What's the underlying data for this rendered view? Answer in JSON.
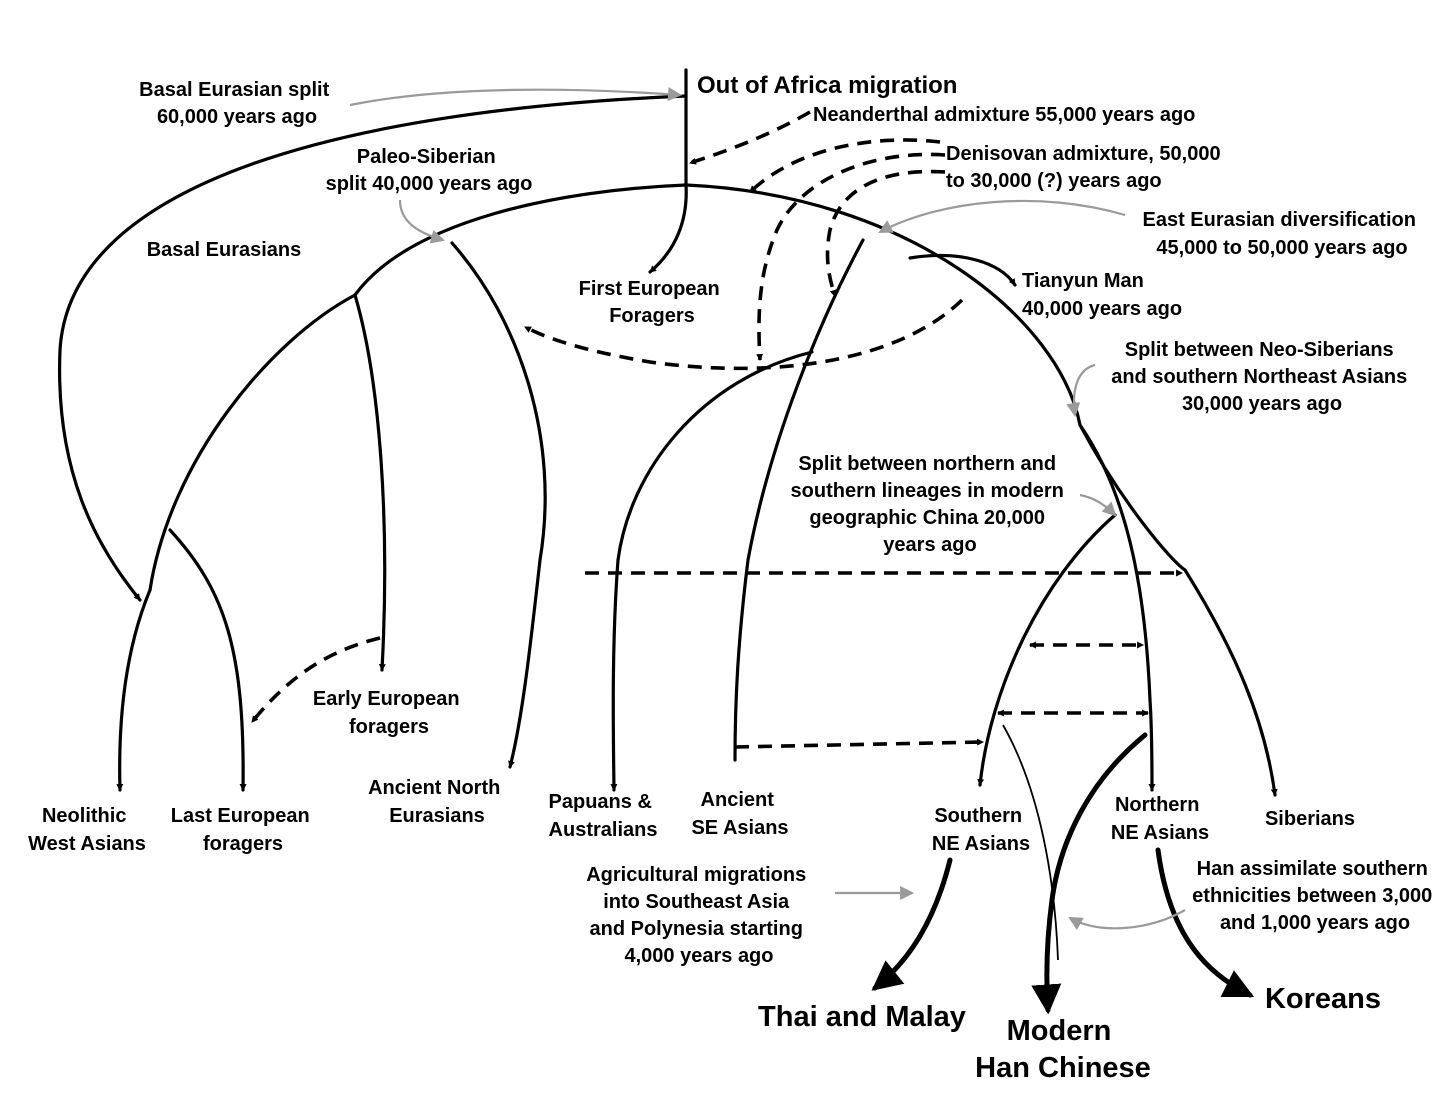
{
  "labels": {
    "out_of_africa": "Out of Africa migration",
    "basal_split": [
      "Basal Eurasian split",
      "60,000 years ago"
    ],
    "neanderthal": "Neanderthal admixture 55,000 years ago",
    "denisovan": [
      "Denisovan admixture, 50,000",
      "to 30,000 (?) years ago"
    ],
    "paleo_siberian": [
      "Paleo-Siberian",
      "split 40,000 years ago"
    ],
    "basal_eurasians": "Basal Eurasians",
    "east_eurasian": [
      "East Eurasian diversification",
      "45,000 to 50,000 years ago"
    ],
    "first_european": [
      "First European",
      "Foragers"
    ],
    "tianyun": [
      "Tianyun Man",
      "40,000 years ago"
    ],
    "neo_siberian_split": [
      "Split between Neo-Siberians",
      "and southern Northeast Asians",
      "30,000 years ago"
    ],
    "north_south_split": [
      "Split between northern and",
      "southern lineages in modern",
      "geographic China 20,000",
      "years ago"
    ],
    "early_european": [
      "Early European",
      "foragers"
    ],
    "neolithic": [
      "Neolithic",
      "West Asians"
    ],
    "last_european": [
      "Last European",
      "foragers"
    ],
    "ancient_north": [
      "Ancient North",
      "Eurasians"
    ],
    "papuans": [
      "Papuans &",
      "Australians"
    ],
    "ancient_se": [
      "Ancient",
      "SE Asians"
    ],
    "southern_ne": [
      "Southern",
      "NE Asians"
    ],
    "northern_ne": [
      "Northern",
      "NE Asians"
    ],
    "siberians": "Siberians",
    "agricultural": [
      "Agricultural migrations",
      "into Southeast Asia",
      "and Polynesia starting",
      "4,000 years ago"
    ],
    "han_assimilate": [
      "Han assimilate southern",
      "ethnicities between 3,000",
      "and 1,000 years ago"
    ],
    "thai_malay": "Thai and Malay",
    "modern_han": [
      "Modern",
      "Han Chinese"
    ],
    "koreans": "Koreans"
  }
}
